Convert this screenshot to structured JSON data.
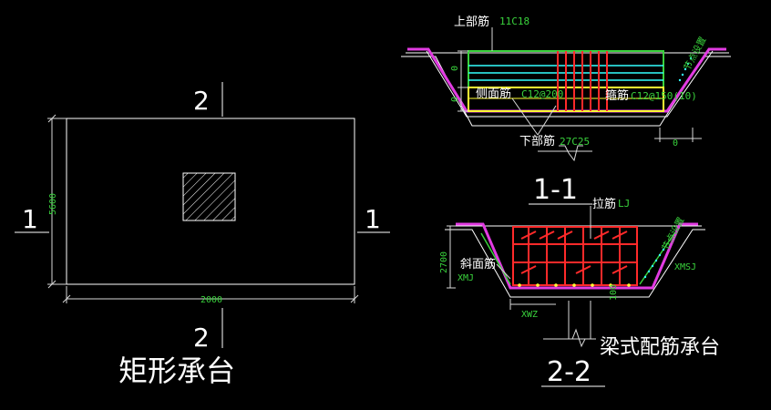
{
  "plan": {
    "section_label_top": "2",
    "section_label_bottom": "2",
    "section_label_left": "1",
    "section_label_right": "1",
    "dim_height": "5600",
    "dim_width": "2000",
    "title": "矩形承台"
  },
  "section_11": {
    "label_top_rebar": "上部筋",
    "value_top_rebar": "11C18",
    "label_side_rebar": "侧面筋",
    "value_side_rebar": "C12@200",
    "label_stirrup": "箍筋",
    "value_stirrup": "C12@150(10)",
    "label_bottom_rebar": "下部筋",
    "value_bottom_rebar": "27C25",
    "label_step": "节点设置",
    "dim_left_1": "0",
    "dim_left_2": "0",
    "dim_right": "0",
    "title": "1-1"
  },
  "section_22": {
    "label_tie": "拉筋",
    "value_tie": "LJ",
    "label_slope": "斜面筋",
    "value_slope_left": "XMJ",
    "value_slope_right": "XMSJ",
    "label_step": "节点设置",
    "dim_height": "2700",
    "dim_bottom": "XWZ",
    "dim_small": "100",
    "subtitle": "梁式配筋承台",
    "title": "2-2"
  },
  "colors": {
    "background": "#000000",
    "outline": "#ffffff",
    "dim_text": "#39d23c",
    "rebar_top": "#39d23c",
    "rebar_main": "#ff2a2a",
    "rebar_side": "#ffff33",
    "rebar_cyan": "#33ffff",
    "cushion": "#e23be2"
  }
}
